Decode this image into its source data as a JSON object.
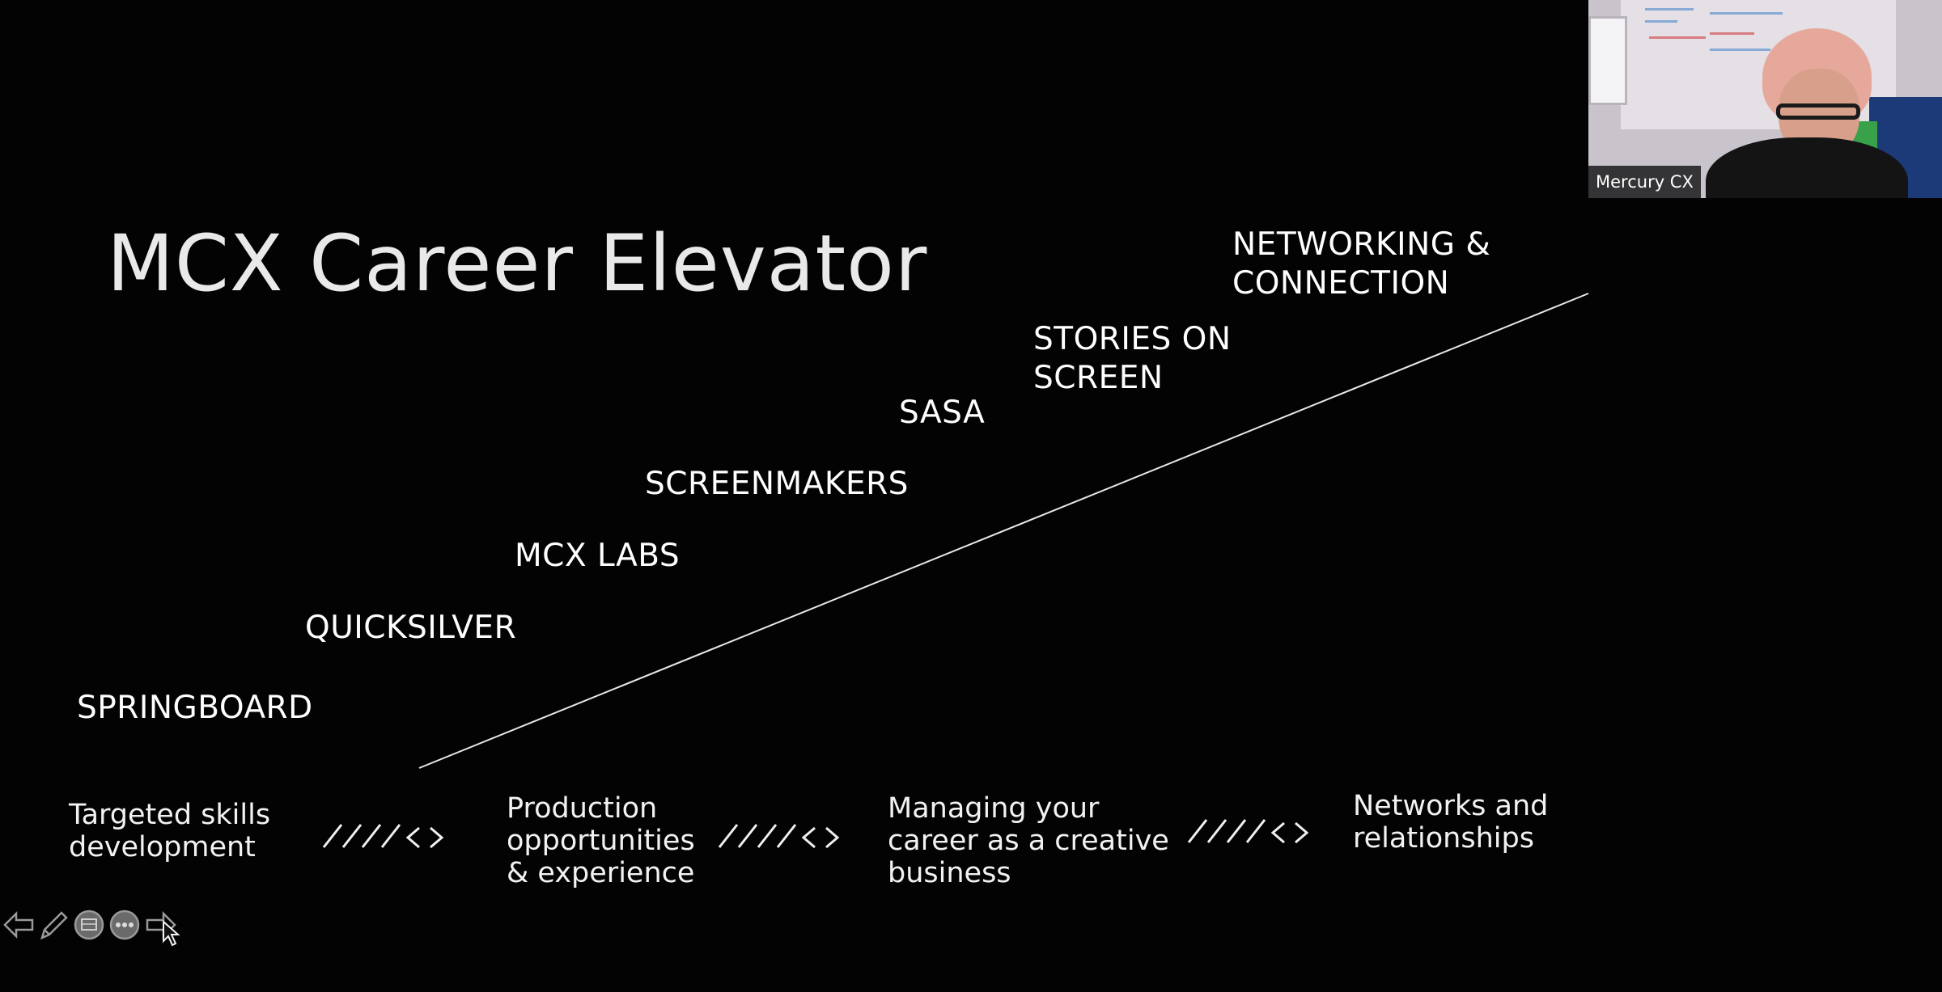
{
  "slide": {
    "title": "MCX Career Elevator",
    "stages": [
      {
        "id": "springboard",
        "lines": [
          "SPRINGBOARD"
        ]
      },
      {
        "id": "quicksilver",
        "lines": [
          "QUICKSILVER"
        ]
      },
      {
        "id": "mcx-labs",
        "lines": [
          "MCX LABS"
        ]
      },
      {
        "id": "screenmakers",
        "lines": [
          "SCREENMAKERS"
        ]
      },
      {
        "id": "sasa",
        "lines": [
          "SASA"
        ]
      },
      {
        "id": "stories-on-screen",
        "lines": [
          "STORIES ON",
          "SCREEN"
        ]
      },
      {
        "id": "networking",
        "lines": [
          "NETWORKING &",
          "CONNECTION"
        ]
      }
    ],
    "pillars": [
      {
        "id": "skills",
        "lines": [
          "Targeted skills",
          "development"
        ]
      },
      {
        "id": "production",
        "lines": [
          "Production",
          "opportunities",
          "& experience"
        ]
      },
      {
        "id": "career",
        "lines": [
          "Managing your",
          "career as a creative",
          "business"
        ]
      },
      {
        "id": "networks",
        "lines": [
          "Networks and",
          "relationships"
        ]
      }
    ],
    "separator_glyph": "//// < >"
  },
  "video": {
    "participant_name": "Mercury CX"
  },
  "controls": [
    {
      "id": "previous",
      "icon": "arrow-left-icon"
    },
    {
      "id": "pen",
      "icon": "pen-icon"
    },
    {
      "id": "slides",
      "icon": "slides-grid-icon"
    },
    {
      "id": "more",
      "icon": "more-options-icon"
    },
    {
      "id": "next",
      "icon": "arrow-right-icon"
    }
  ],
  "colors": {
    "background": "#000000",
    "text": "#ffffff",
    "title": "#e9e9e9",
    "control": "#9a9a9a"
  }
}
